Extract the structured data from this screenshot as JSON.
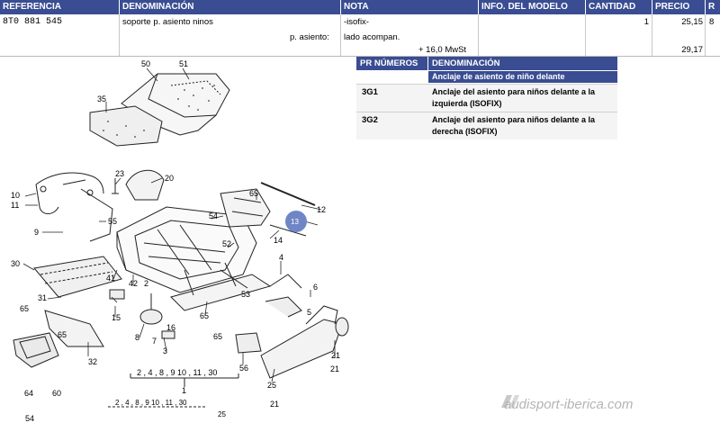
{
  "table": {
    "headers": [
      "REFERENCIA",
      "DENOMINACIÓN",
      "NOTA",
      "INFO. DEL MODELO",
      "CANTIDAD",
      "PRECIO",
      "R"
    ],
    "row": {
      "referencia": "8T0 881 545",
      "denominacion": "soporte p. asiento ninos",
      "denominacion_sub": "p. asiento:",
      "nota_1": "-isofix-",
      "nota_2": "lado acompan.",
      "nota_3": "+  16,0 MwSt",
      "cantidad": "1",
      "precio": "25,15",
      "precio_total": "29,17",
      "r": "8"
    }
  },
  "pr_table": {
    "headers": [
      "PR NÚMEROS",
      "DENOMINACIÓN"
    ],
    "subheader": "Anclaje de asiento de niño delante",
    "rows": [
      {
        "code": "3G1",
        "desc": "Anclaje del asiento para niños delante a la izquierda (ISOFIX)"
      },
      {
        "code": "3G2",
        "desc": "Anclaje del asiento para niños delante a la derecha (ISOFIX)"
      }
    ]
  },
  "diagram": {
    "callouts": [
      "50",
      "51",
      "35",
      "23",
      "20",
      "10",
      "11",
      "55",
      "9",
      "30",
      "31",
      "42",
      "41",
      "15",
      "16",
      "65",
      "8",
      "2",
      "3",
      "7",
      "32",
      "4",
      "5",
      "6",
      "21",
      "56",
      "25",
      "52",
      "65",
      "54",
      "13",
      "12",
      "14",
      "60",
      "64",
      "1",
      "65",
      "65",
      "65",
      "21",
      "21",
      "53",
      "54"
    ],
    "highlighted": "13",
    "group_labels": {
      "g1": "2 , 4 , 8 , 9   10 , 11 , 30",
      "g2": "2 , 4 , 8 , 9   10 , 11 , 30",
      "n21": "21",
      "n25": "25",
      "n54": "54",
      "n1": "1"
    }
  },
  "watermark": "audisport-iberica.com",
  "colors": {
    "header_bg": "#3a4d92",
    "highlight_circle": "#6f86c6"
  }
}
